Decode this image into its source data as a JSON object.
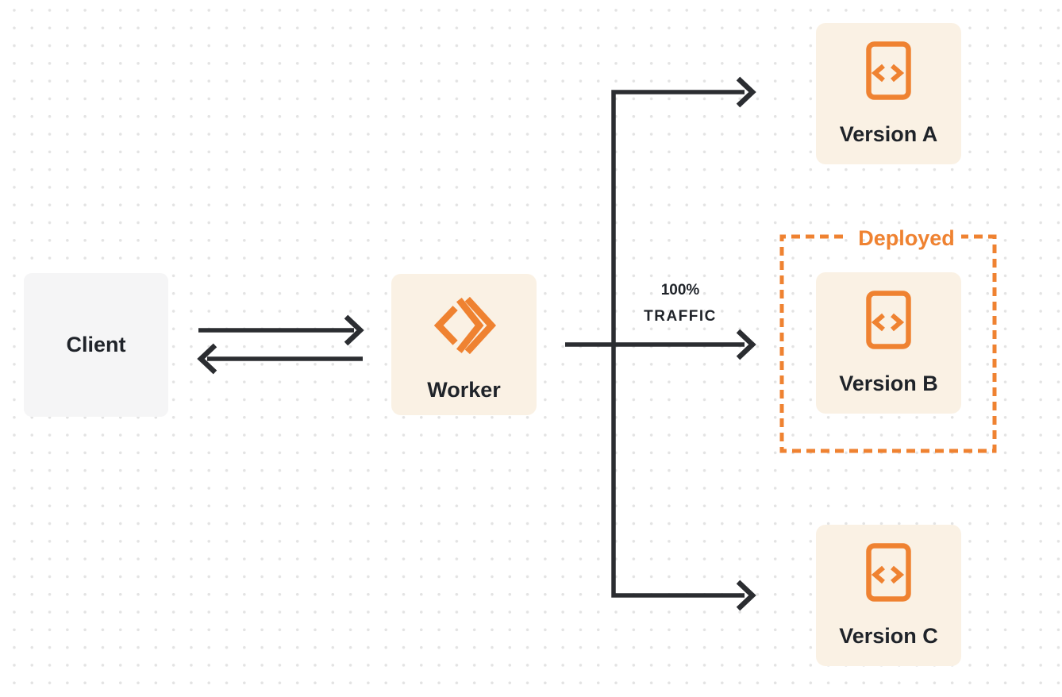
{
  "colors": {
    "orange": "#EF8231",
    "cream": "#FAF1E4",
    "client_bg": "#F5F5F6",
    "arrow": "#2B2D31",
    "text": "#1F2329",
    "dot": "#E3E3E3",
    "background": "#FFFFFF"
  },
  "nodes": {
    "client": {
      "label": "Client"
    },
    "worker": {
      "label": "Worker"
    },
    "version_a": {
      "label": "Version A"
    },
    "version_b": {
      "label": "Version B"
    },
    "version_c": {
      "label": "Version C"
    }
  },
  "annotations": {
    "deployed": "Deployed",
    "traffic_percent": "100%",
    "traffic_word": "TRAFFIC"
  },
  "icons": {
    "worker_icon": "cloudflare-workers-logo-icon",
    "version_icon": "code-file-icon"
  }
}
